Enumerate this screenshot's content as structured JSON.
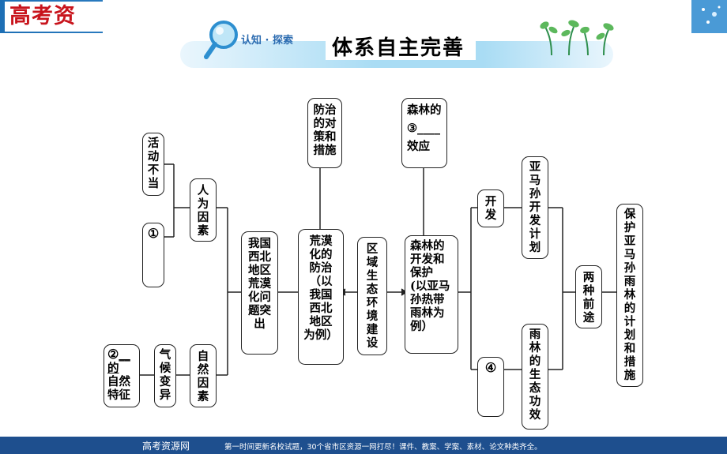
{
  "brand": "高考资",
  "header": {
    "sub_label": "认知 · 探索",
    "title": "体系自主完善"
  },
  "nodes": {
    "huodong": [
      "活",
      "动",
      "不",
      "当"
    ],
    "blank1": "①",
    "renwei": [
      "人",
      "为",
      "因",
      "素"
    ],
    "blank2": "②",
    "blank2_tail": "__的",
    "blank2_lines": [
      "自然",
      "特征"
    ],
    "qihou": [
      "气",
      "候",
      "变",
      "异"
    ],
    "ziran": [
      "自",
      "然",
      "因",
      "素"
    ],
    "wenti": [
      "我国",
      "西北",
      "地区",
      "荒漠",
      "化问",
      "题突",
      "出"
    ],
    "fangzhi_cuo": [
      "防治",
      "的对",
      "策和",
      "措施"
    ],
    "huangmo": [
      "荒漠",
      "化的",
      "防治",
      "（以",
      "我国",
      "西北",
      "地区",
      "为例）"
    ],
    "quyu": [
      "区",
      "域",
      "生",
      "态",
      "环",
      "境",
      "建",
      "设"
    ],
    "xiaoying": [
      "森林的",
      "③____",
      "效应"
    ],
    "senlin": [
      "森林的",
      "开发和",
      "保护",
      "(以亚马",
      "孙热带",
      "雨林为",
      "例）"
    ],
    "kaifa": [
      "开",
      "发"
    ],
    "blank4": "④",
    "jihua": [
      "亚",
      "马",
      "孙",
      "开",
      "发",
      "计",
      "划"
    ],
    "gongxiao": [
      "雨",
      "林",
      "的",
      "生",
      "态",
      "功",
      "效"
    ],
    "qiantu": [
      "两",
      "种",
      "前",
      "途"
    ],
    "baohu": [
      "保",
      "护",
      "亚",
      "马",
      "孙",
      "雨",
      "林",
      "的",
      "计",
      "划",
      "和",
      "措",
      "施"
    ]
  },
  "footer": {
    "site": "高考资源网",
    "slogan": "第一时间更新名校试题，30个省市区资源一网打尽！课件、教案、学案、素材、论文种类齐全。"
  }
}
